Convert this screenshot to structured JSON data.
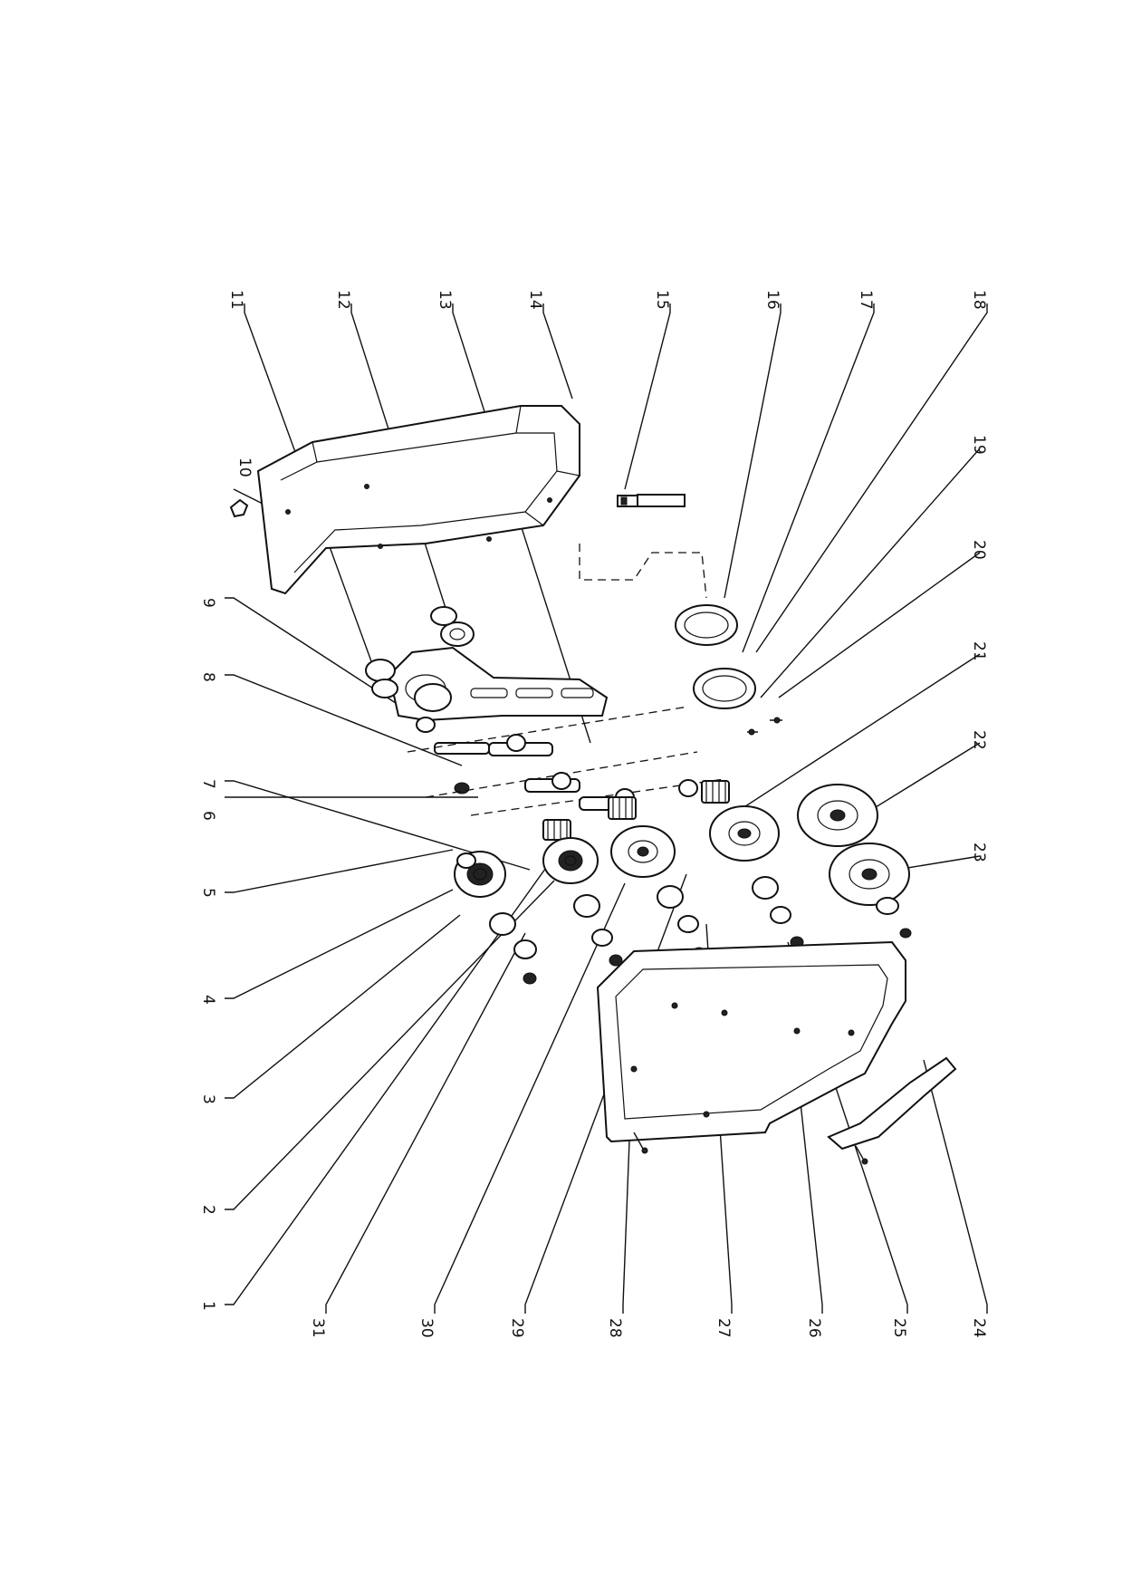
{
  "diagram": {
    "callouts_top": [
      "10",
      "9",
      "8",
      "7",
      "6",
      "5",
      "4",
      "3",
      "2",
      "1"
    ],
    "callouts_right": [
      "11",
      "12",
      "13",
      "14",
      "15",
      "16",
      "17",
      "18"
    ],
    "callouts_bottom": [
      "31",
      "30",
      "29",
      "28",
      "27",
      "26",
      "25",
      "24"
    ],
    "callouts_left": [
      "19",
      "20",
      "21",
      "22",
      "23"
    ]
  }
}
